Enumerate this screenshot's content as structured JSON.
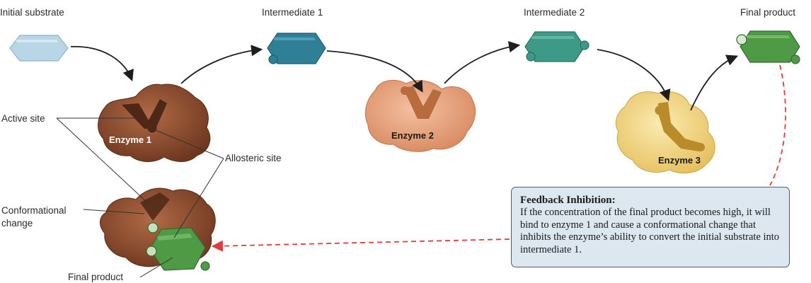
{
  "labels": {
    "initial_substrate": "Initial substrate",
    "intermediate_1": "Intermediate 1",
    "intermediate_2": "Intermediate 2",
    "final_product_top": "Final product",
    "active_site": "Active site",
    "allosteric_site": "Allosteric site",
    "conformational_line1": "Conformational",
    "conformational_line2": "change",
    "final_product_bottom": "Final product"
  },
  "enzymes": {
    "enzyme_1": "Enzyme 1",
    "enzyme_2": "Enzyme 2",
    "enzyme_3": "Enzyme 3"
  },
  "feedback": {
    "title": "Feedback Inhibition:",
    "body": "If the concentration of the final product becomes high, it will bind to enzyme 1 and cause a conformational change that inhibits the enzyme’s ability to convert the initial substrate into intermediate 1."
  },
  "colors": {
    "substrate": "#b9d6e6",
    "intermediate_1": "#2f7f96",
    "intermediate_2": "#3d9a86",
    "final_product": "#4f9a45",
    "enzyme_1": "#8a4a2c",
    "enzyme_2": "#e8a37d",
    "enzyme_3": "#f2d77e",
    "feedback_arrow": "#e23b3b"
  }
}
